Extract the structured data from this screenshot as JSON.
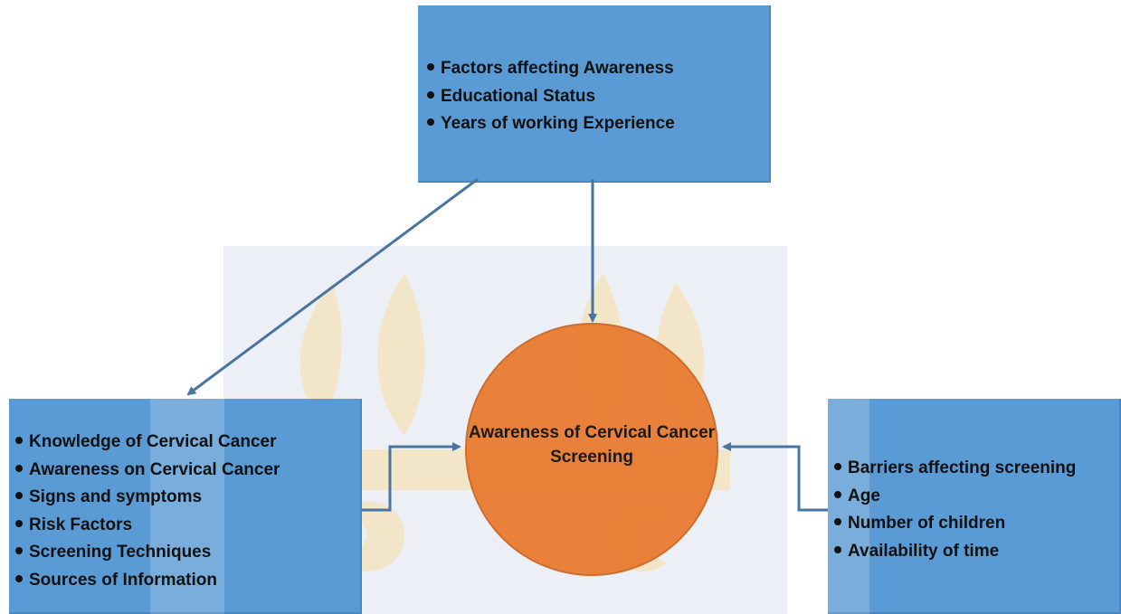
{
  "diagram": {
    "center": {
      "label": "Awareness of Cervical Cancer Screening"
    },
    "top_box": {
      "items": [
        "Factors affecting Awareness",
        "Educational Status",
        "Years of working Experience"
      ]
    },
    "left_box": {
      "items": [
        "Knowledge of Cervical Cancer",
        "Awareness on Cervical Cancer",
        "Signs and symptoms",
        "Risk Factors",
        "Screening Techniques",
        "Sources of Information"
      ]
    },
    "right_box": {
      "items": [
        "Barriers affecting screening",
        "Age",
        "Number of children",
        "Availability of time"
      ]
    },
    "colors": {
      "box_fill": "#5b9bd5",
      "circle_fill": "#e9782c",
      "arrow": "#4a74a0",
      "watermark": "#f3ddb0"
    },
    "watermark_icon": "university-crest-watermark"
  }
}
